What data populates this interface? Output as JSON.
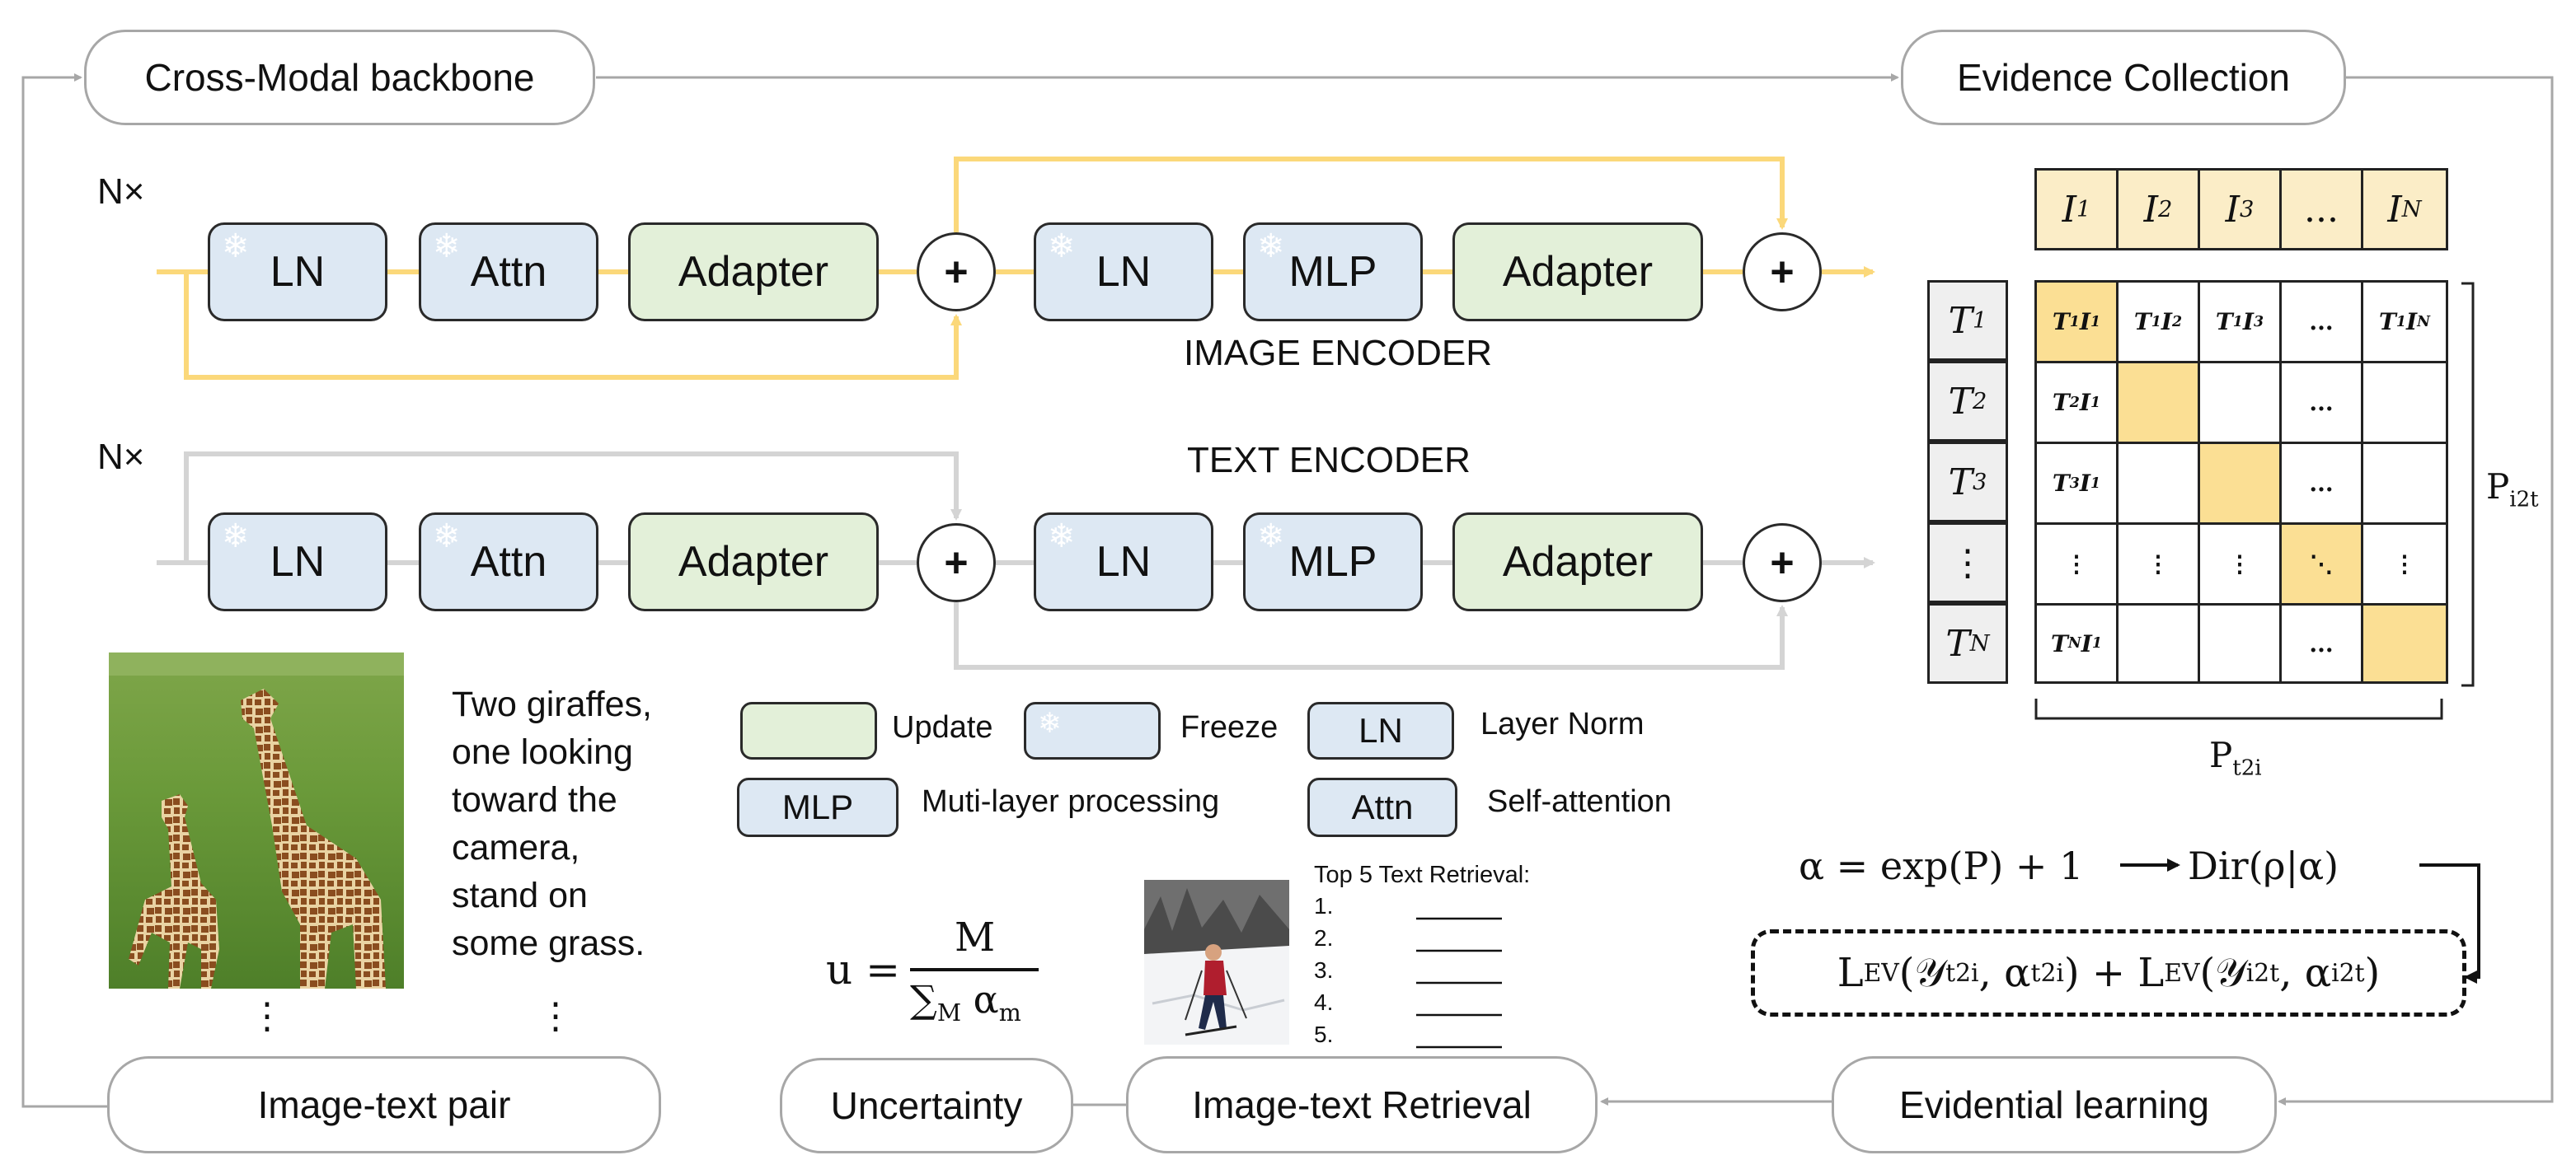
{
  "flow": {
    "backbone": "Cross-Modal backbone",
    "evidence_collection": "Evidence Collection",
    "image_text_pair": "Image-text pair",
    "uncertainty": "Uncertainty",
    "retrieval": "Image-text Retrieval",
    "evidential_learning": "Evidential learning"
  },
  "encoders": {
    "repeat": "N×",
    "image_label": "IMAGE ENCODER",
    "text_label": "TEXT ENCODER",
    "blocks": [
      "LN",
      "Attn",
      "Adapter",
      "LN",
      "MLP",
      "Adapter"
    ],
    "plus": "+"
  },
  "legend": {
    "update": "Update",
    "freeze": "Freeze",
    "ln_box": "LN",
    "ln_desc": "Layer Norm",
    "mlp_box": "MLP",
    "mlp_desc": "Muti-layer processing",
    "attn_box": "Attn",
    "attn_desc": "Self-attention"
  },
  "caption": {
    "lines": [
      "Two giraffes,",
      "one looking",
      "toward the",
      "camera,",
      "stand on",
      "some grass."
    ],
    "dots": "⋮"
  },
  "retrieval": {
    "title": "Top 5 Text Retrieval:",
    "items": [
      "1.",
      "2.",
      "3.",
      "4.",
      "5."
    ]
  },
  "matrix": {
    "image_headers": [
      "I1",
      "I2",
      "I3",
      "...",
      "IN"
    ],
    "text_headers": [
      "T1",
      "T2",
      "T3",
      "⋮",
      "TN"
    ],
    "cells": [
      [
        "T1I1",
        "T1I2",
        "T1I3",
        "...",
        "T1IN"
      ],
      [
        "T2I1",
        "",
        "",
        "...",
        ""
      ],
      [
        "T3I1",
        "",
        "",
        "...",
        ""
      ],
      [
        "⋮",
        "⋮",
        "⋮",
        "⋱",
        "⋮"
      ],
      [
        "TNI1",
        "",
        "",
        "...",
        ""
      ]
    ],
    "label_right": "Pi2t",
    "label_bottom": "Pt2i"
  },
  "formulas": {
    "alpha": "α = exp(P) + 1",
    "dirichlet": "Dir(ρ|α)",
    "u_numer": "M",
    "u_lhs": "u =",
    "loss": "LEV(𝒴t2i, αt2i) + LEV(𝒴i2t, αi2t)"
  },
  "colors": {
    "image_path": "#fbdf94",
    "text_path": "#d4d4d4",
    "freeze_fill": "#dde8f3",
    "update_fill": "#e3f0d9",
    "matrix_diag": "#fbdf94",
    "image_header": "#fbedc7",
    "flow_line": "#a7a7a7"
  }
}
